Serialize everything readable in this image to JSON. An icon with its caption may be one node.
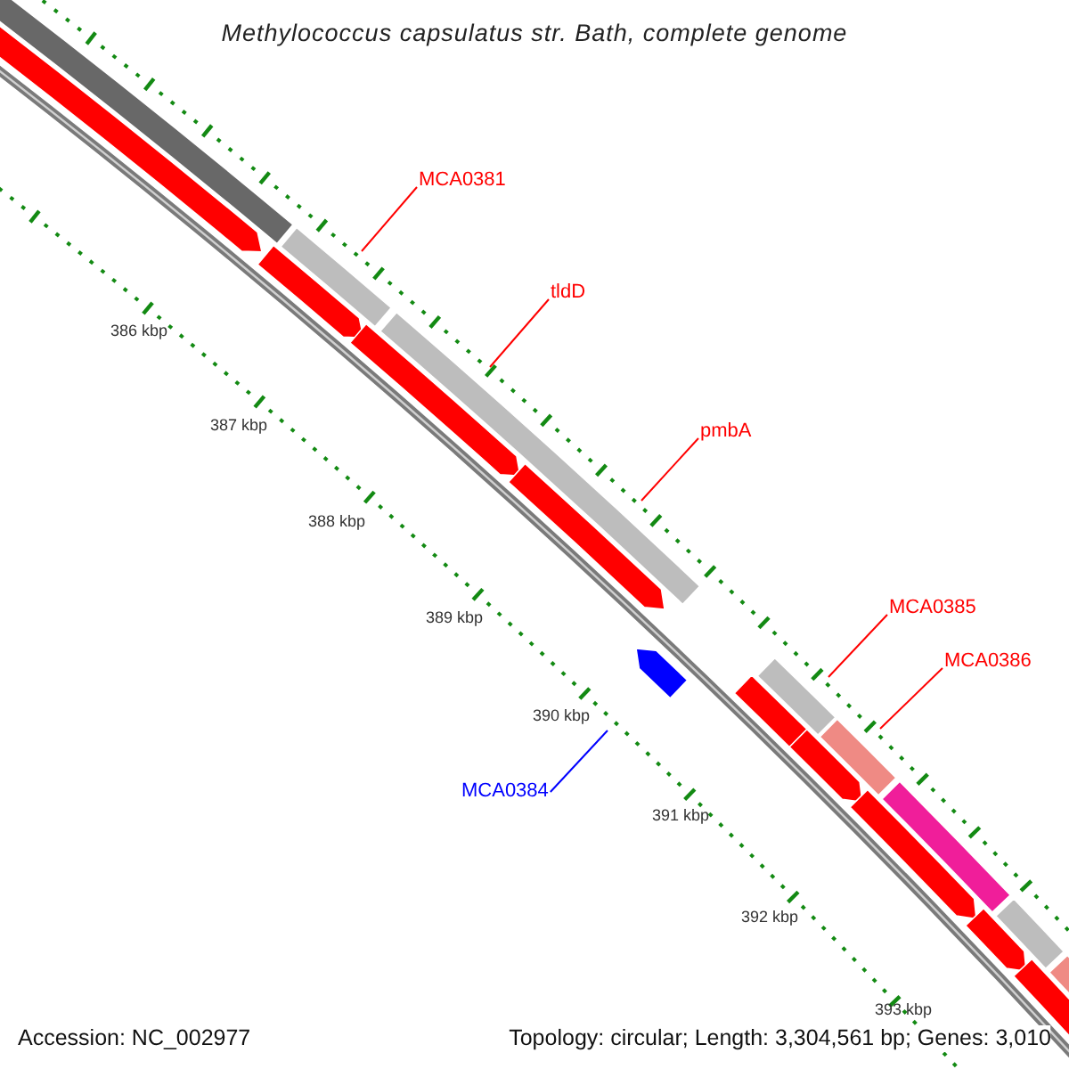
{
  "diagram": {
    "title": "Methylococcus capsulatus str. Bath, complete genome",
    "nodes": [
      {
        "text": [
          "MCA0381"
        ]
      },
      {
        "text": [
          "tldD"
        ]
      },
      {
        "text": [
          "pmbA"
        ]
      },
      {
        "text": [
          "MCA0385"
        ]
      },
      {
        "text": [
          "MCA0386"
        ]
      },
      {
        "text": [
          "MCA0384"
        ]
      }
    ],
    "edges": [
      {
        "from": 0,
        "to": null,
        "arrow": "none"
      },
      {
        "from": 1,
        "to": null,
        "arrow": "none"
      },
      {
        "from": 2,
        "to": null,
        "arrow": "none"
      },
      {
        "from": 3,
        "to": null,
        "arrow": "none"
      },
      {
        "from": 4,
        "to": null,
        "arrow": "none"
      },
      {
        "from": 5,
        "to": null,
        "arrow": "none",
        "color": "#0000ff"
      }
    ],
    "labels": [
      "386 kbp",
      "387 kbp",
      "388 kbp",
      "389 kbp",
      "390 kbp",
      "391 kbp",
      "392 kbp",
      "393 kbp",
      "Accession: NC_002977",
      "Topology: circular; Length: 3,304,561 bp; Genes: 3,010"
    ]
  }
}
